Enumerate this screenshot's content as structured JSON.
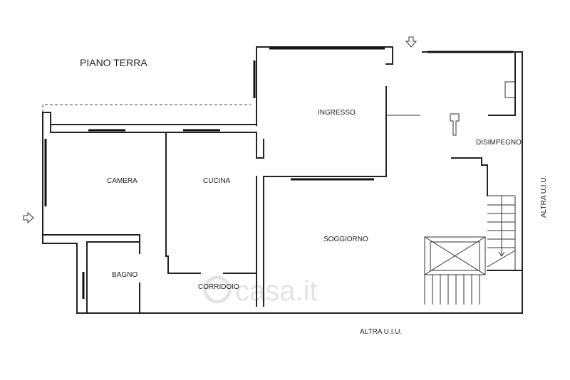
{
  "title": "PIANO TERRA",
  "rooms": {
    "ingresso": "INGRESSO",
    "disimpegno": "DISIMPEGNO",
    "camera": "CAMERA",
    "cucina": "CUCINA",
    "soggiorno": "SOGGIORNO",
    "bagno": "BAGNO",
    "corridoio": "CORRIDOIO"
  },
  "neighbors": {
    "right": "ALTRA U.I.U.",
    "bottom": "ALTRA U.I.U."
  },
  "watermark": "casa.it",
  "icons": {
    "entrance_top": "down-arrow-icon",
    "entrance_left": "right-arrow-icon"
  }
}
